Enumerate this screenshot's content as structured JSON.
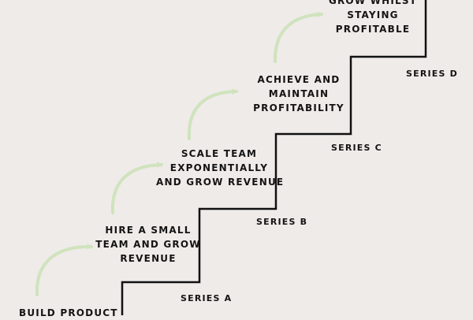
{
  "colors": {
    "background": "#efebe8",
    "stair_line": "#111111",
    "arrow": "#cfe3bd",
    "text": "#141414"
  },
  "steps": [
    {
      "lines": [
        "Build product"
      ]
    },
    {
      "lines": [
        "Hire a small",
        "team and grow",
        "revenue"
      ]
    },
    {
      "lines": [
        "Scale team",
        "exponentially",
        "and grow revenue"
      ]
    },
    {
      "lines": [
        "Achieve and",
        "maintain",
        "profitability"
      ]
    },
    {
      "lines": [
        "Grow whilst",
        "staying",
        "profitable"
      ]
    }
  ],
  "series": [
    "Series A",
    "Series B",
    "Series C",
    "Series D"
  ],
  "icons": [
    "curved-arrow-icon"
  ]
}
